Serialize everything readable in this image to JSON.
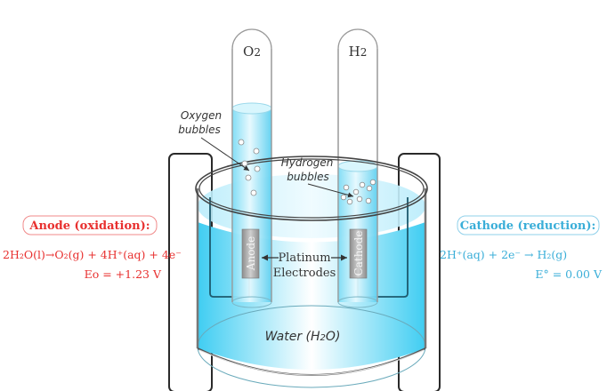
{
  "colors": {
    "anode": "#e8302f",
    "cathode": "#3aaed8",
    "water": "#5fd3f3",
    "wire": "#2a2a2a",
    "glass": "#9a9a9a",
    "electrode": "#a9a9a9"
  },
  "tubes": {
    "left_gas": "O",
    "left_gas_sub": "2",
    "right_gas": "H",
    "right_gas_sub": "2"
  },
  "labels": {
    "oxygen_line1": "Oxygen",
    "oxygen_line2": "bubbles",
    "hydrogen_line1": "Hydrogen",
    "hydrogen_line2": "bubbles",
    "platinum_line1": "Platinum",
    "platinum_line2": "Electrodes",
    "anode_electrode": "Anode",
    "cathode_electrode": "Cathode",
    "water": "Water (H",
    "water_sub": "2",
    "water_end": "O)"
  },
  "anode": {
    "title": "Anode (oxidation):",
    "equation": "2H₂O(l)→O₂(g) + 4H⁺(aq) + 4e⁻",
    "potential": "Eo = +1.23 V"
  },
  "cathode": {
    "title": "Cathode (reduction):",
    "equation": "2H⁺(aq) + 2e⁻ → H₂(g)",
    "potential": "E° = 0.00 V"
  }
}
